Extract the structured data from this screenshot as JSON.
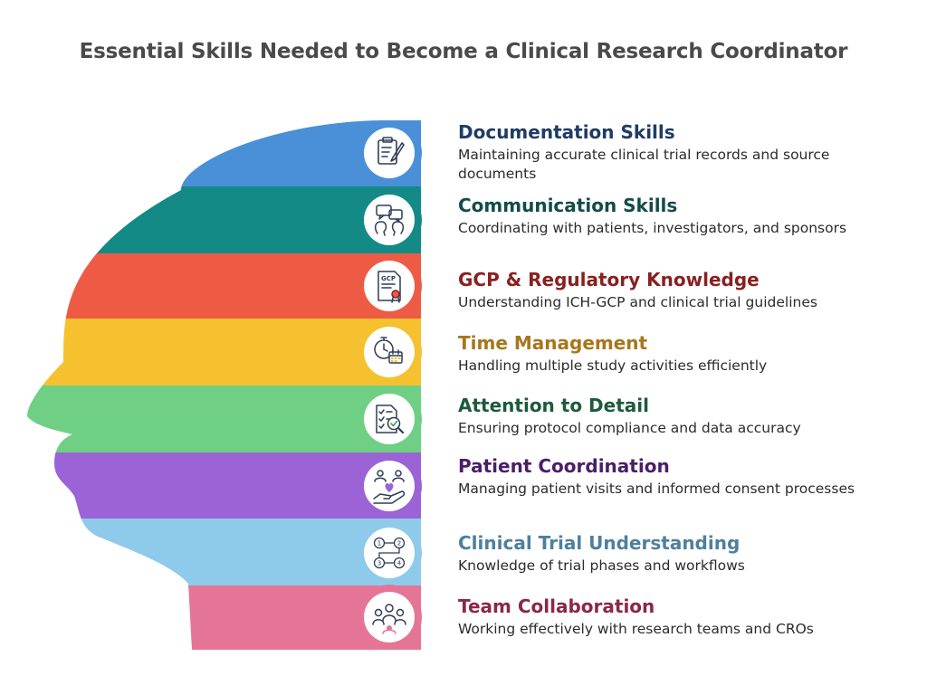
{
  "page": {
    "title": "Essential Skills Needed to Become a Clinical Research Coordinator"
  },
  "skills": [
    {
      "title": "Documentation Skills",
      "description": "Maintaining accurate clinical trial records and source documents",
      "color": "#4a90d9",
      "title_color": "#1f3c64",
      "icon": "clipboard-pen-icon"
    },
    {
      "title": "Communication Skills",
      "description": "Coordinating with patients, investigators, and sponsors",
      "color": "#138a86",
      "title_color": "#134b4a",
      "icon": "conversation-icon"
    },
    {
      "title": "GCP & Regulatory Knowledge",
      "description": "Understanding ICH-GCP and clinical trial guidelines",
      "color": "#ee5b45",
      "title_color": "#8a2020",
      "icon": "gcp-certificate-icon",
      "icon_text": "GCP"
    },
    {
      "title": "Time Management",
      "description": "Handling multiple study activities efficiently",
      "color": "#f5c12e",
      "title_color": "#a8761b",
      "icon": "stopwatch-calendar-icon"
    },
    {
      "title": "Attention to Detail",
      "description": "Ensuring protocol compliance and data accuracy",
      "color": "#6fcf85",
      "title_color": "#1d5a3a",
      "icon": "checklist-magnifier-icon"
    },
    {
      "title": "Patient Coordination",
      "description": "Managing patient visits and informed consent processes",
      "color": "#9b63d6",
      "title_color": "#4a1f66",
      "icon": "hand-heart-people-icon"
    },
    {
      "title": "Clinical Trial Understanding",
      "description": "Knowledge of trial phases and workflows",
      "color": "#8ecbea",
      "title_color": "#4f7fa0",
      "icon": "phase-workflow-icon",
      "icon_steps": [
        "1",
        "2",
        "3",
        "4"
      ]
    },
    {
      "title": "Team Collaboration",
      "description": "Working effectively with research teams and CROs",
      "color": "#e57596",
      "title_color": "#8a2848",
      "icon": "team-group-icon"
    }
  ]
}
